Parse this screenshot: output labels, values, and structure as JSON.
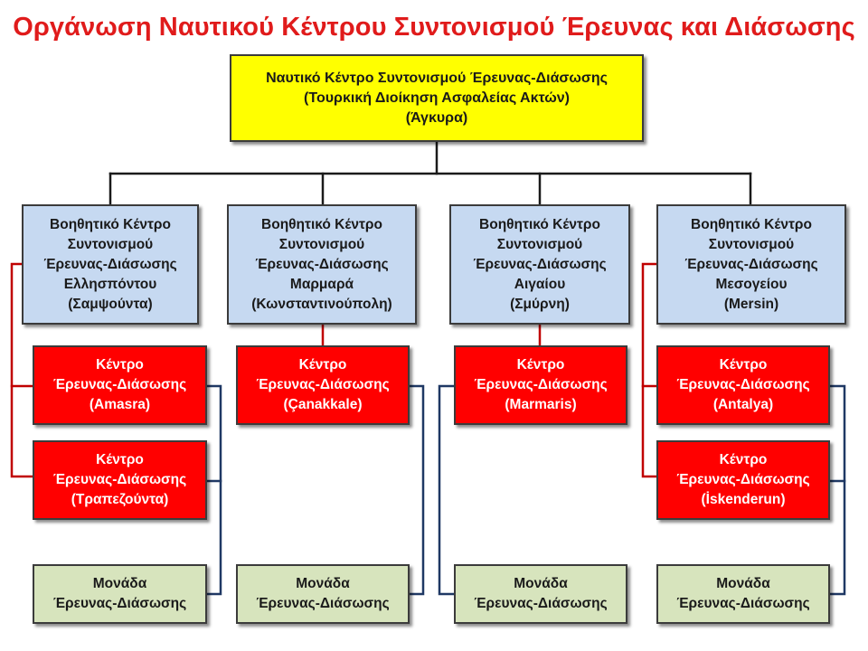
{
  "title": "Οργάνωση Ναυτικού Κέντρου Συντονισμού Έρευνας και Διάσωσης",
  "colors": {
    "title": "#e01b1b",
    "root_fill": "#ffff00",
    "sub_center_fill": "#c6d9f1",
    "rescue_center_fill": "#ff0000",
    "unit_fill": "#d7e4bd",
    "red_connector": "#c00000",
    "blue_connector": "#1f3864"
  },
  "root": {
    "lines": [
      "Ναυτικό Κέντρο Συντονισμού Έρευνας-Διάσωσης",
      "(Τουρκική Διοίκηση  Ασφαλείας Ακτών)",
      "(Άγκυρα)"
    ]
  },
  "branches": [
    {
      "sub_center": {
        "lines": [
          "Βοηθητικό  Κέντρο",
          "Συντονισμού",
          "Έρευνας-Διάσωσης",
          "Ελλησπόντου",
          "(Σαμψούντα)"
        ]
      },
      "rescue_centers": [
        {
          "lines": [
            "Κέντρο",
            "Έρευνας-Διάσωσης",
            "(Amasra)"
          ]
        },
        {
          "lines": [
            "Κέντρο",
            "Έρευνας-Διάσωσης",
            "(Τραπεζούντα)"
          ]
        }
      ],
      "unit": {
        "lines": [
          "Μονάδα",
          "Έρευνας-Διάσωσης"
        ]
      }
    },
    {
      "sub_center": {
        "lines": [
          "Βοηθητικό  Κέντρο",
          "Συντονισμού",
          "Έρευνας-Διάσωσης",
          "Μαρμαρά",
          "(Κωνσταντινούπολη)"
        ]
      },
      "rescue_centers": [
        {
          "lines": [
            "Κέντρο",
            "Έρευνας-Διάσωσης",
            "(Çanakkale)"
          ]
        }
      ],
      "unit": {
        "lines": [
          "Μονάδα",
          "Έρευνας-Διάσωσης"
        ]
      }
    },
    {
      "sub_center": {
        "lines": [
          "Βοηθητικό  Κέντρο",
          "Συντονισμού",
          "Έρευνας-Διάσωσης",
          "Αιγαίου",
          "(Σμύρνη)"
        ]
      },
      "rescue_centers": [
        {
          "lines": [
            "Κέντρο",
            "Έρευνας-Διάσωσης",
            "(Marmaris)"
          ]
        }
      ],
      "unit": {
        "lines": [
          "Μονάδα",
          "Έρευνας-Διάσωσης"
        ]
      }
    },
    {
      "sub_center": {
        "lines": [
          "Βοηθητικό  Κέντρο",
          "Συντονισμού",
          "Έρευνας-Διάσωσης",
          "Μεσογείου",
          "(Mersin)"
        ]
      },
      "rescue_centers": [
        {
          "lines": [
            "Κέντρο",
            "Έρευνας-Διάσωσης",
            "(Antalya)"
          ]
        },
        {
          "lines": [
            "Κέντρο",
            "Έρευνας-Διάσωσης",
            "(İskenderun)"
          ]
        }
      ],
      "unit": {
        "lines": [
          "Μονάδα",
          "Έρευνας-Διάσωσης"
        ]
      }
    }
  ]
}
